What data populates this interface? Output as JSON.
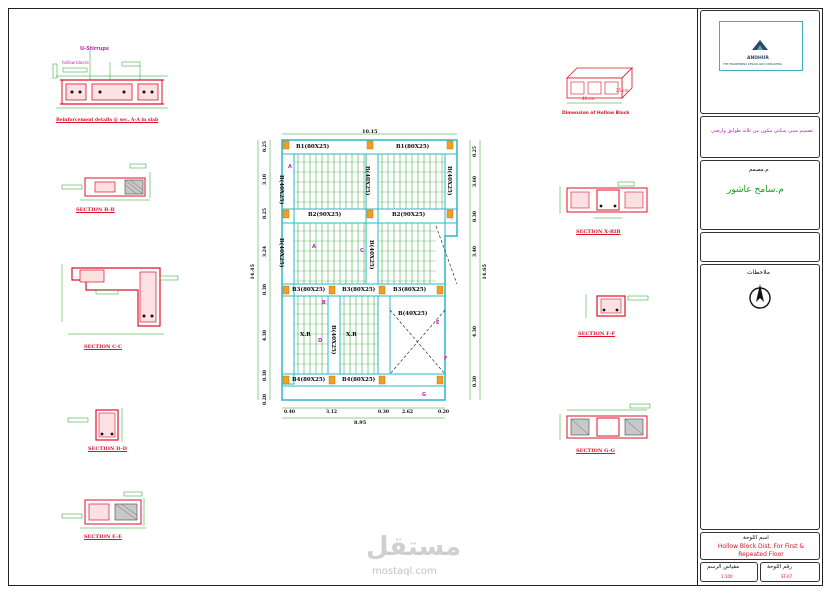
{
  "titles": {
    "reinforcement": "Reinforcement details @ sec. A-A in slab",
    "u_stirrup": "U-Stirrups",
    "hollow_blocks": "hollow blocks",
    "section_bb": "SECTION B-B",
    "section_cc": "SECTION C-C",
    "section_dd": "SECTION D-D",
    "section_ee": "SECTION E-E",
    "section_xrib": "SECTION X-RIB",
    "section_ff": "SECTION F-F",
    "section_gg": "SECTION G-G",
    "hollow_dim": "Dimension of Hollow Block"
  },
  "hollow_block": {
    "w": "40 cm",
    "d": "25 cm"
  },
  "plan": {
    "top_dim": "10.15",
    "bottom_dim": "8.95",
    "left_total": "14.45",
    "right_total": "14.65",
    "left_dims": [
      "0.25",
      "3.10",
      "0.25",
      "3.24",
      "0.30",
      "4.30",
      "0.30",
      "0.20"
    ],
    "right_dims": [
      "0.25",
      "3.60",
      "0.30",
      "3.40",
      "4.30",
      "0.30"
    ],
    "bottom_dims": [
      "0.40",
      "3.12",
      "0.30",
      "2.62",
      "0.20"
    ],
    "beams": {
      "b1_left": "B1(80X25)",
      "b1_right": "B1(80X25)",
      "b2_left": "B2(90X25)",
      "b2_right": "B2(90X25)",
      "b3_a": "B3(80X25)",
      "b3_b": "B3(80X25)",
      "b3_c": "B3(80X25)",
      "b4_a": "B4(80X25)",
      "b4_b": "B4(80X25)",
      "bv_1": "B(40X25)",
      "bv_2": "B(40X25)",
      "bv_3": "B(40X25)",
      "bv_4": "B(40X25)",
      "bv_5": "B(40X25)",
      "bv_6": "B(40X25)",
      "bh_1": "B(40X25)",
      "xrib_1": "X.R",
      "xrib_2": "X.R"
    },
    "sec_marks": [
      "A",
      "A",
      "B",
      "C",
      "D",
      "E",
      "F",
      "G"
    ]
  },
  "title_block": {
    "company": "ANDHUR",
    "company_sub": "THE ENGINEERING DESIGN AND CONSULTING",
    "project_desc": "تصميم مبنى سكني مكون من ثلاثة طوابق وارضي",
    "designer_label": "م.مصمم",
    "designer_name": "م.سامح عاشور",
    "notes_label": "ملاحظات",
    "board_name_label": "اسم اللوحة",
    "board_name": "Hollow Block Dist. For First & Repeated Floor",
    "scale_label": "مقياس الرسم",
    "scale_value": "1:100",
    "sheet_label": "رقم اللوحة",
    "sheet_value": "ST-07",
    "north": "N"
  },
  "watermark": {
    "arabic": "مستقل",
    "latin": "mostaql.com"
  }
}
